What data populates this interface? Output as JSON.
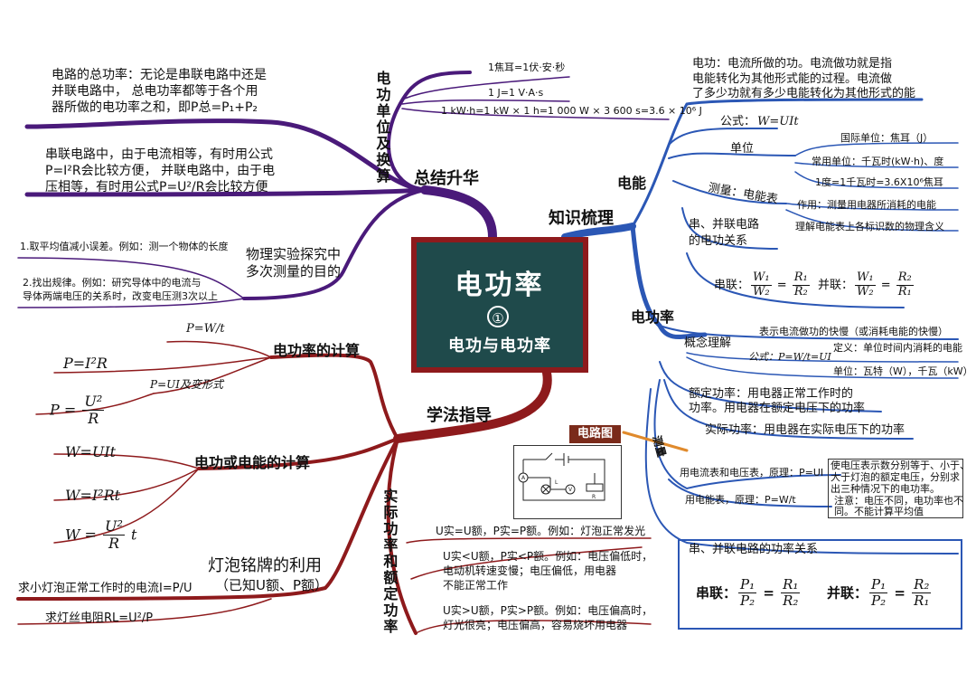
{
  "center": {
    "title": "电功率",
    "number": "①",
    "subtitle": "电功与电功率"
  },
  "branches": {
    "summary": "总结升华",
    "knowledge": "知识梳理",
    "method": "学法指导"
  },
  "summary": {
    "units_title": "电功单位及换算",
    "unit1": "1焦耳=1伏·安·秒",
    "unit2": "1 J=1 V·A·s",
    "unit3": "1 kW·h=1 kW × 1 h=1 000 W × 3 600 s=3.6 × 10⁶ J",
    "total_power_1": "电路的总功率：无论是串联电路中还是",
    "total_power_2": "并联电路中， 总电功率都等于各个用",
    "total_power_3": "器所做的电功率之和，即P总=P₁+P₂",
    "series_1": "串联电路中，由于电流相等，有时用公式",
    "series_2": "P=I²R会比较方便， 并联电路中，由于电",
    "series_3": "压相等，有时用公式P=U²/R会比较方便",
    "experiment_title_1": "物理实验探究中",
    "experiment_title_2": "多次测量的目的",
    "experiment_item1": "1.取平均值减小误差。例如：测一个物体的长度",
    "experiment_item2_1": "2.找出规律。例如：研究导体中的电流与",
    "experiment_item2_2": "导体两端电压的关系时，改变电压测3次以上"
  },
  "knowledge": {
    "electric_work": "电能",
    "def_1": "电功：电流所做的功。电流做功就是指",
    "def_2": "电能转化为其他形式能的过程。电流做",
    "def_3": "了多少功就有多少电能转化为其他形式的能",
    "formula_label": "公式：",
    "formula": "W=UIt",
    "unit_label": "单位",
    "intl_unit": "国际单位：焦耳（J）",
    "common_unit": "常用单位：千瓦时(kW·h)、度",
    "conversion": "1度=1千瓦时=3.6X10⁶焦耳",
    "meter_label": "测量：电能表",
    "meter_use": "作用：测量用电器所消耗的电能",
    "meter_understand": "理解电能表上各标识数的物理含义",
    "relation_1": "串、并联电路",
    "relation_2": "的电功关系",
    "series_label": "串联：",
    "parallel_label": "并联：",
    "power_title": "电功率",
    "concept_label": "概念理解",
    "concept_desc": "表示电流做功的快慢（或消耗电能的快慢）",
    "concept_formula": "公式：P=W/t=UI",
    "concept_def": "定义：单位时间内消耗的电能",
    "concept_unit": "单位：瓦特（W），千瓦（kW）",
    "rated_1": "额定功率：用电器正常工作时的",
    "rated_2": "功率。用电器在额定电压下的功率",
    "actual": "实际功率：用电器在实际电压下的功率",
    "measure_label": "测量",
    "measure_1": "用电流表和电压表，原理：P=UI",
    "measure_2": "用电能表，原理：P=W/t",
    "measure_note_1": "使电压表示数分别等于、小于、",
    "measure_note_2": "大于灯泡的额定电压，分别求",
    "measure_note_3": "出三种情况下的电功率。",
    "measure_note_4": "注意：电压不同，电功率也不",
    "measure_note_5": "同。不能计算平均值",
    "circuit_label": "电路图",
    "ratio_title": "串、并联电路的功率关系",
    "ratio_series": "串联：",
    "ratio_parallel": "并联："
  },
  "method": {
    "power_calc": "电功率的计算",
    "p_wt": "P=W/t",
    "p_i2r": "P=I²R",
    "p_ui": "P=UI及变形式",
    "p_u2r": "P =",
    "work_calc": "电功或电能的计算",
    "w_uit": "W=UIt",
    "w_i2rt": "W=I²Rt",
    "w_u2rt": "W =",
    "nameplate_1": "灯泡铭牌的利用",
    "nameplate_2": "（已知U额、P额）",
    "current": "求小灯泡正常工作时的电流I=P/U",
    "resistance": "求灯丝电阻RL=U²/P",
    "actual_title": "实际功率和额定功率",
    "case1": "U实=U额，P实=P额。例如：灯泡正常发光",
    "case2_1": "U实<U额，P实<P额。例如：电压偏低时，",
    "case2_2": "电动机转速变慢；电压偏低，用电器",
    "case2_3": "不能正常工作",
    "case3_1": "U实>U额，P实>P额。例如：电压偏高时，",
    "case3_2": "灯光很亮；电压偏高，容易烧坏用电器"
  },
  "colors": {
    "purple": "#4a1a7a",
    "blue": "#2b57b5",
    "red": "#8e1a1c",
    "center_bg": "#1f4a4b"
  }
}
